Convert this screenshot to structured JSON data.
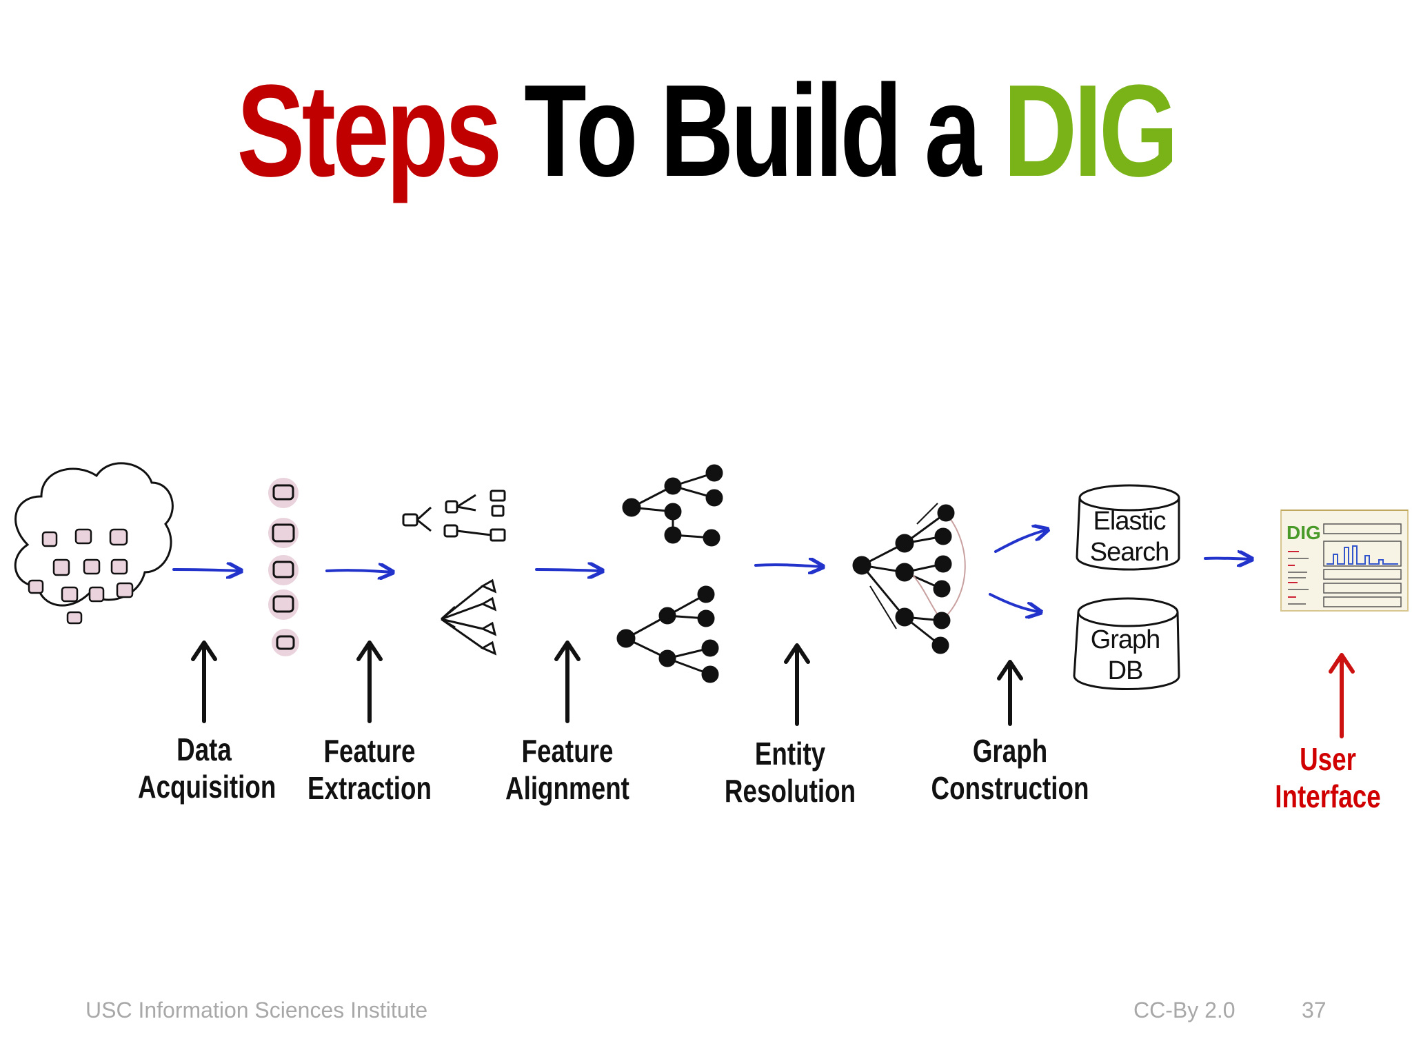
{
  "title": {
    "part1": "Steps",
    "part2": "To Build a",
    "part3": "DIG",
    "colors": {
      "part1": "#c00000",
      "part2": "#000000",
      "part3": "#7ab317"
    }
  },
  "steps": [
    {
      "line1": "Data",
      "line2": "Acquisition"
    },
    {
      "line1": "Feature",
      "line2": "Extraction"
    },
    {
      "line1": "Feature",
      "line2": "Alignment"
    },
    {
      "line1": "Entity",
      "line2": "Resolution"
    },
    {
      "line1": "Graph",
      "line2": "Construction"
    },
    {
      "line1": "User",
      "line2": "Interface"
    }
  ],
  "databases": [
    {
      "line1": "Elastic",
      "line2": "Search"
    },
    {
      "line1": "Graph",
      "line2": "DB"
    }
  ],
  "ui_sketch": {
    "logo": "DIG"
  },
  "colors": {
    "flow_arrow": "#2233cc",
    "pointer_arrow": "#111111",
    "highlight": "#d10000"
  },
  "footer": {
    "institute": "USC Information Sciences Institute",
    "license": "CC-By 2.0",
    "page_number": "37"
  }
}
